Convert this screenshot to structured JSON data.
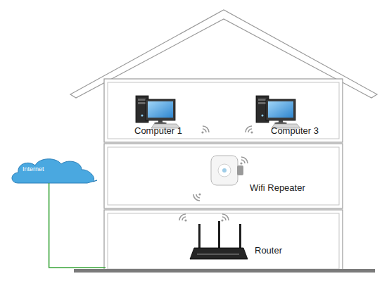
{
  "diagram": {
    "nodes": [
      {
        "text": [
          "Computer 1"
        ]
      },
      {
        "text": [
          "Computer 3"
        ]
      },
      {
        "text": [
          "Internet"
        ]
      },
      {
        "text": [
          "Wifi Repeater"
        ]
      },
      {
        "text": [
          "Router"
        ]
      }
    ],
    "edges": [
      {
        "from": 2,
        "to": 4,
        "arrow": "none"
      }
    ]
  }
}
